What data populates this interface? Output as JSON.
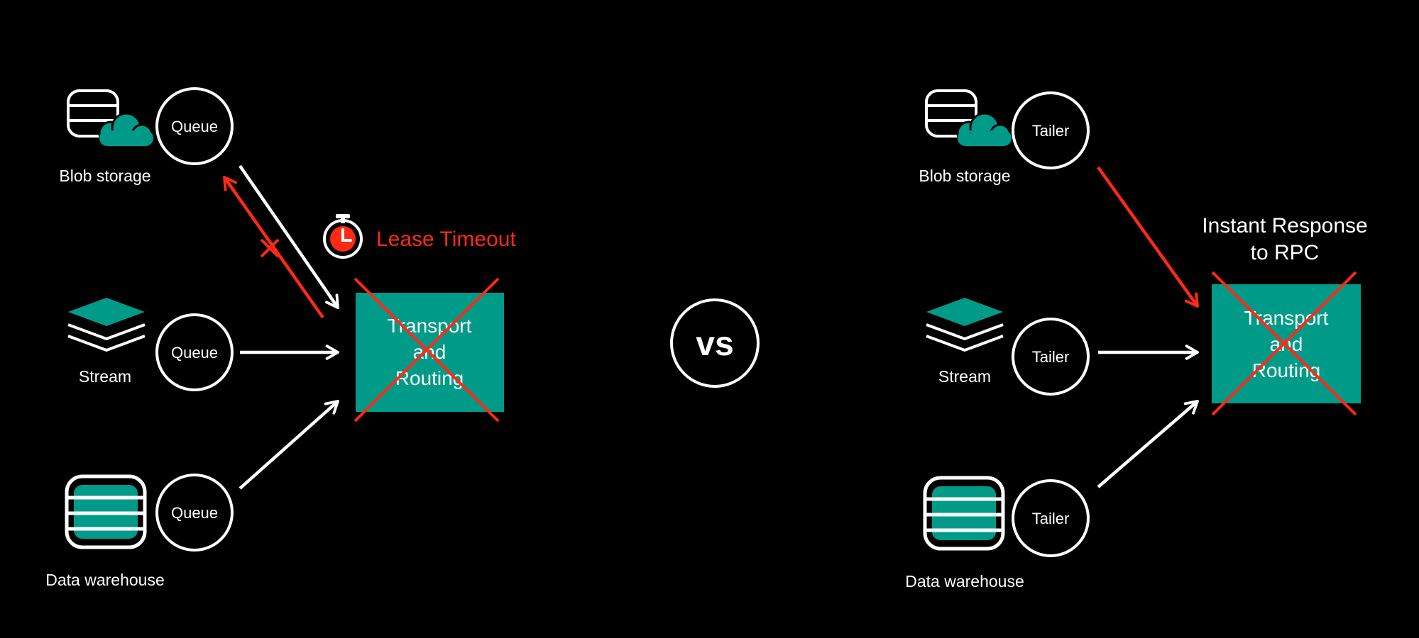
{
  "colors": {
    "background": "#000000",
    "accent": "#009b88",
    "alert": "#ff2a16",
    "line": "#ffffff"
  },
  "left": {
    "sources": [
      {
        "label": "Blob storage",
        "icon": "blob-storage-icon",
        "consumer": "Queue"
      },
      {
        "label": "Stream",
        "icon": "stream-layers-icon",
        "consumer": "Queue"
      },
      {
        "label": "Data warehouse",
        "icon": "data-warehouse-icon",
        "consumer": "Queue"
      }
    ],
    "target": {
      "lines": [
        "Transport",
        "and",
        "Routing"
      ]
    },
    "timeout_label": "Lease Timeout",
    "timeout_icon": "stopwatch-icon"
  },
  "vs_label": "vs",
  "right": {
    "sources": [
      {
        "label": "Blob storage",
        "icon": "blob-storage-icon",
        "consumer": "Tailer"
      },
      {
        "label": "Stream",
        "icon": "stream-layers-icon",
        "consumer": "Tailer"
      },
      {
        "label": "Data warehouse",
        "icon": "data-warehouse-icon",
        "consumer": "Tailer"
      }
    ],
    "target": {
      "lines": [
        "Transport",
        "and",
        "Routing"
      ]
    },
    "note_lines": [
      "Instant Response",
      "to RPC"
    ]
  }
}
